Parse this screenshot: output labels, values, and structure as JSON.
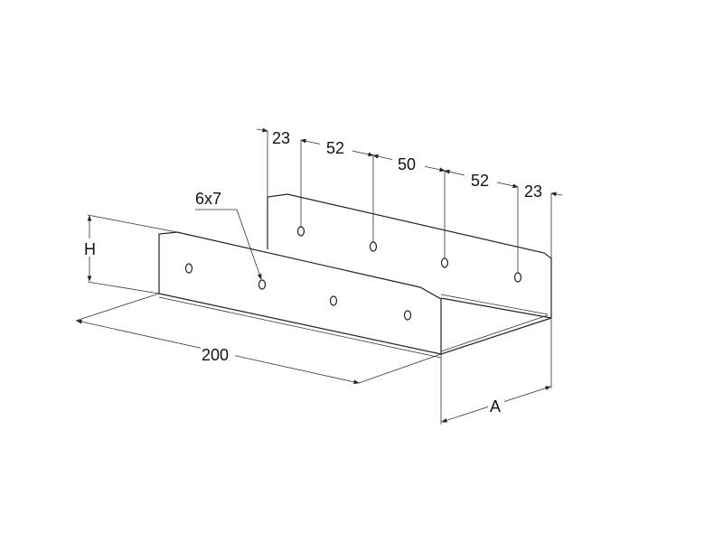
{
  "drawing": {
    "hole_label": "6x7",
    "height_label": "H",
    "length_label": "200",
    "width_label": "A",
    "hole_spacing": [
      "23",
      "52",
      "50",
      "52",
      "23"
    ]
  }
}
